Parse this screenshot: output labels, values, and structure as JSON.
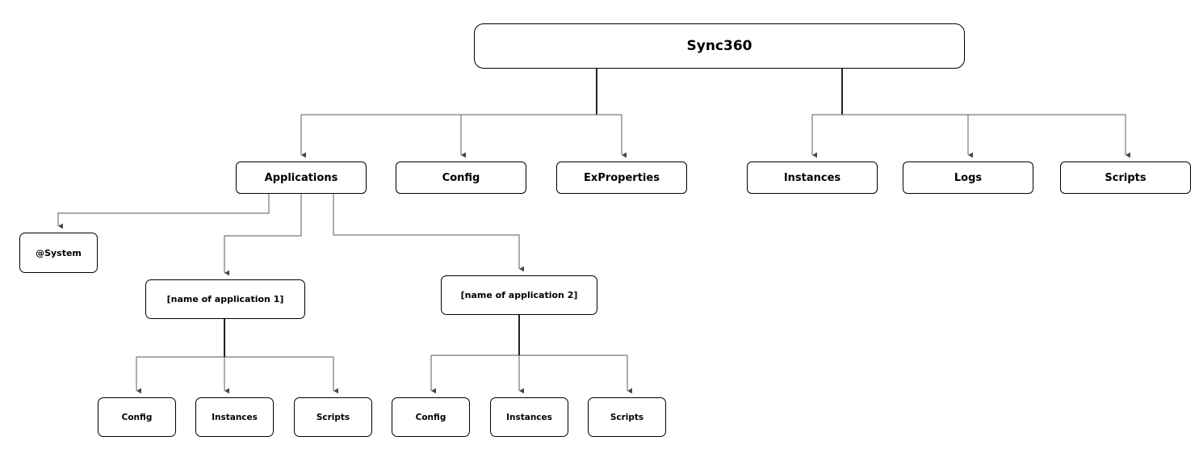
{
  "diagram": {
    "root": "Sync360",
    "level1": {
      "applications": "Applications",
      "config": "Config",
      "exproperties": "ExProperties",
      "instances": "Instances",
      "logs": "Logs",
      "scripts": "Scripts"
    },
    "applications_children": {
      "system": "@System",
      "app1": "[name of application 1]",
      "app2": "[name of application 2]"
    },
    "app1_children": {
      "config": "Config",
      "instances": "Instances",
      "scripts": "Scripts"
    },
    "app2_children": {
      "config": "Config",
      "instances": "Instances",
      "scripts": "Scripts"
    }
  }
}
